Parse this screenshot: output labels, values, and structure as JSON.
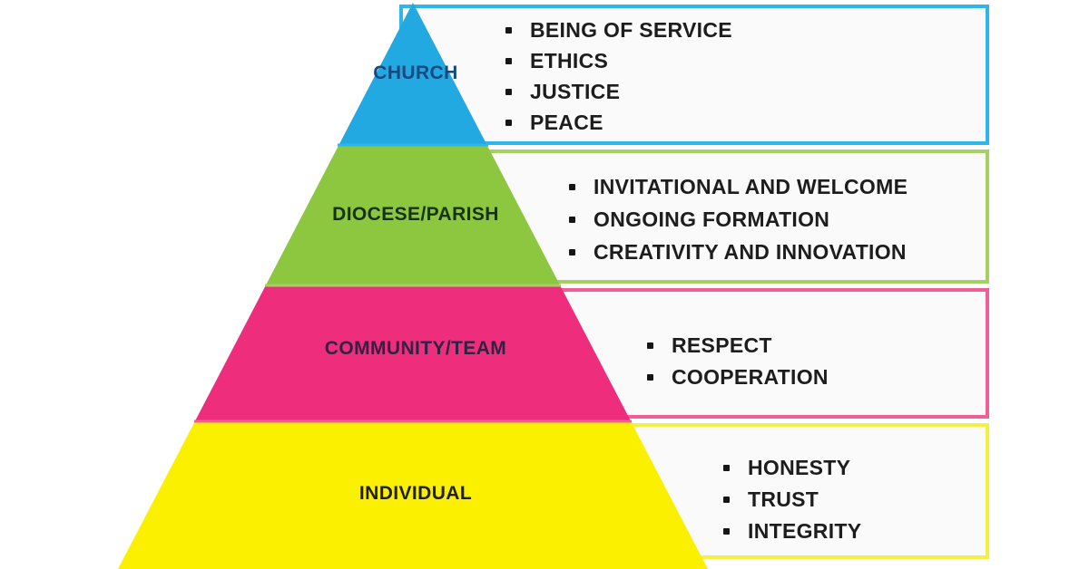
{
  "diagram_type": "values-pyramid",
  "tiers": [
    {
      "label": "CHURCH",
      "color": "#22a9e1",
      "label_color": "#15497f",
      "box_border_color": "#2eb6ea",
      "bullets": [
        "BEING OF SERVICE",
        "ETHICS",
        "JUSTICE",
        "PEACE"
      ]
    },
    {
      "label": "DIOCESE/PARISH",
      "color": "#8dc63f",
      "label_color": "#153315",
      "box_border_color": "#a6d063",
      "bullets": [
        "INVITATIONAL AND WELCOME",
        "ONGOING FORMATION",
        "CREATIVITY AND INNOVATION"
      ]
    },
    {
      "label": "COMMUNITY/TEAM",
      "color": "#ee2d7d",
      "label_color": "#2e2342",
      "box_border_color": "#ef5f95",
      "bullets": [
        "RESPECT",
        "COOPERATION"
      ]
    },
    {
      "label": "INDIVIDUAL",
      "color": "#fbf000",
      "label_color": "#201f1f",
      "box_border_color": "#f4ef44",
      "bullets": [
        "HONESTY",
        "TRUST",
        "INTEGRITY"
      ]
    }
  ]
}
